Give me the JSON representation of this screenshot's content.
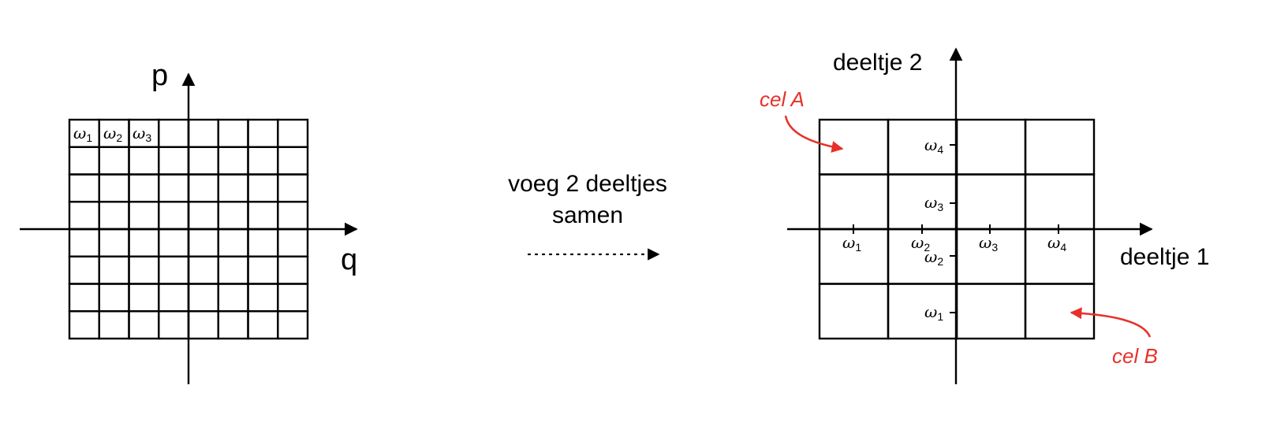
{
  "left_diagram": {
    "axis_x_label": "q",
    "axis_y_label": "p",
    "grid_cells_x": 8,
    "grid_cells_y": 8,
    "cell_labels": [
      {
        "symbol": "ω",
        "sub": "1"
      },
      {
        "symbol": "ω",
        "sub": "2"
      },
      {
        "symbol": "ω",
        "sub": "3"
      }
    ]
  },
  "middle": {
    "text_line1": "voeg 2 deeltjes",
    "text_line2": "samen"
  },
  "right_diagram": {
    "axis_x_label": "deeltje 1",
    "axis_y_label": "deeltje 2",
    "grid_cells_x": 4,
    "grid_cells_y": 4,
    "x_ticks": [
      {
        "symbol": "ω",
        "sub": "1"
      },
      {
        "symbol": "ω",
        "sub": "2"
      },
      {
        "symbol": "ω",
        "sub": "3"
      },
      {
        "symbol": "ω",
        "sub": "4"
      }
    ],
    "y_ticks": [
      {
        "symbol": "ω",
        "sub": "4"
      },
      {
        "symbol": "ω",
        "sub": "3"
      },
      {
        "symbol": "ω",
        "sub": "2"
      },
      {
        "symbol": "ω",
        "sub": "1"
      }
    ],
    "annotation_a": "cel A",
    "annotation_b": "cel B",
    "annotation_color": "#e8302a"
  }
}
